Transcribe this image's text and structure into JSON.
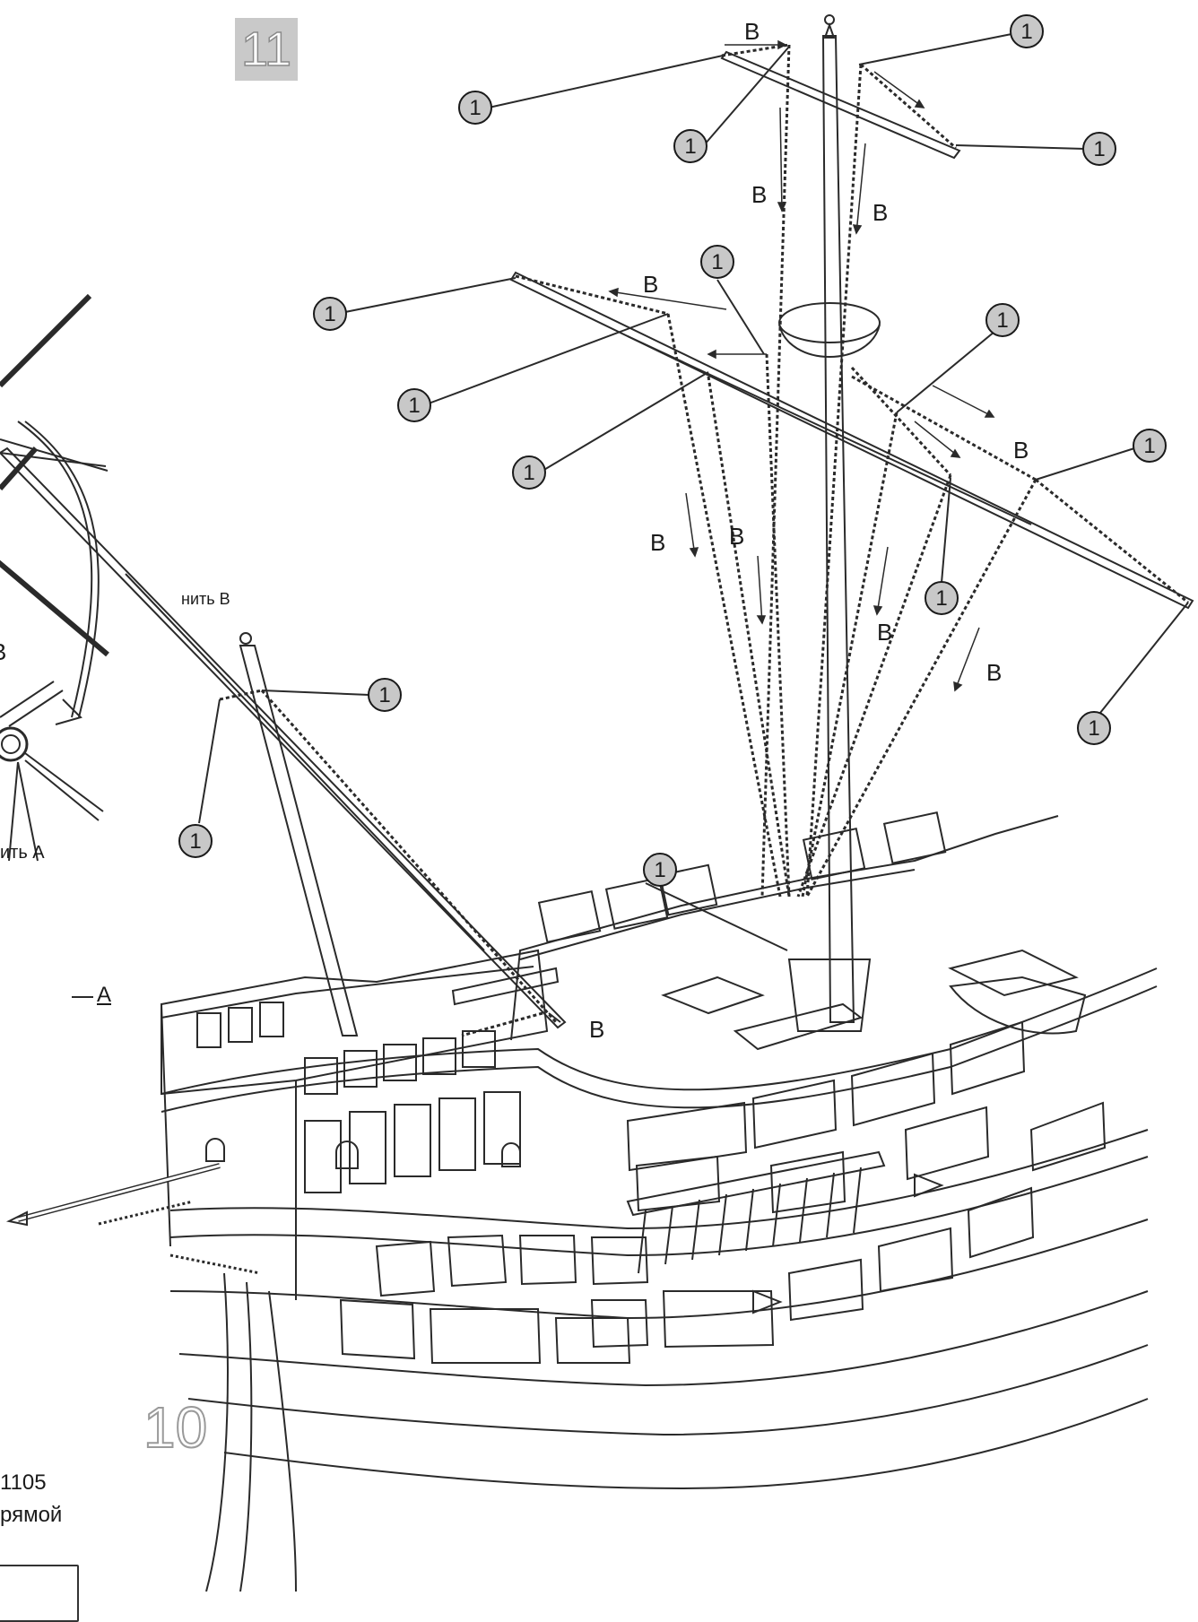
{
  "step_numbers": {
    "current": "11",
    "previous": "10"
  },
  "callout_label": "1",
  "thread_labels": {
    "b_short": "B",
    "thread_b": "нить B",
    "thread_a_partial": "ить A",
    "marker_a": "A",
    "cut_b": "B"
  },
  "left_text": {
    "line1": "1105",
    "line2": "рямой"
  },
  "colors": {
    "line": "#2a2a2a",
    "badge_bg": "#c9c9c9",
    "callout_fill": "#c8c8c8"
  }
}
